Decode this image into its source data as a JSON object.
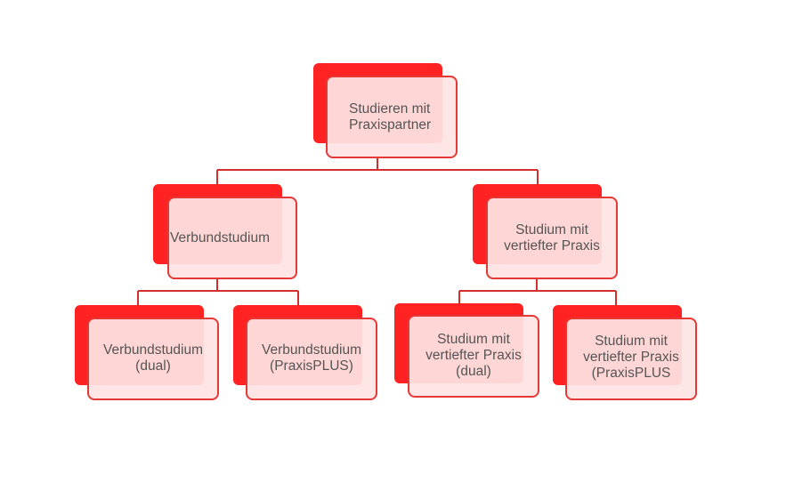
{
  "colors": {
    "accent": "#ff2222",
    "border": "#e53935",
    "fill": "#ffe4e4",
    "text": "#555555"
  },
  "nodes": {
    "root": {
      "line1": "Studieren mit",
      "line2": "Praxispartner"
    },
    "verbund": {
      "line1": "Verbundstudium"
    },
    "vertieft": {
      "line1": "Studium mit",
      "line2": "vertiefter Praxis"
    },
    "verbund_dual": {
      "line1": "Verbundstudium",
      "line2": "(dual)"
    },
    "verbund_plus": {
      "line1": "Verbundstudium",
      "line2": "(PraxisPLUS)"
    },
    "vertieft_dual": {
      "line1": "Studium mit",
      "line2": "vertiefter Praxis",
      "line3": "(dual)"
    },
    "vertieft_plus": {
      "line1": "Studium mit",
      "line2": "vertiefter Praxis",
      "line3": "(PraxisPLUS"
    }
  }
}
